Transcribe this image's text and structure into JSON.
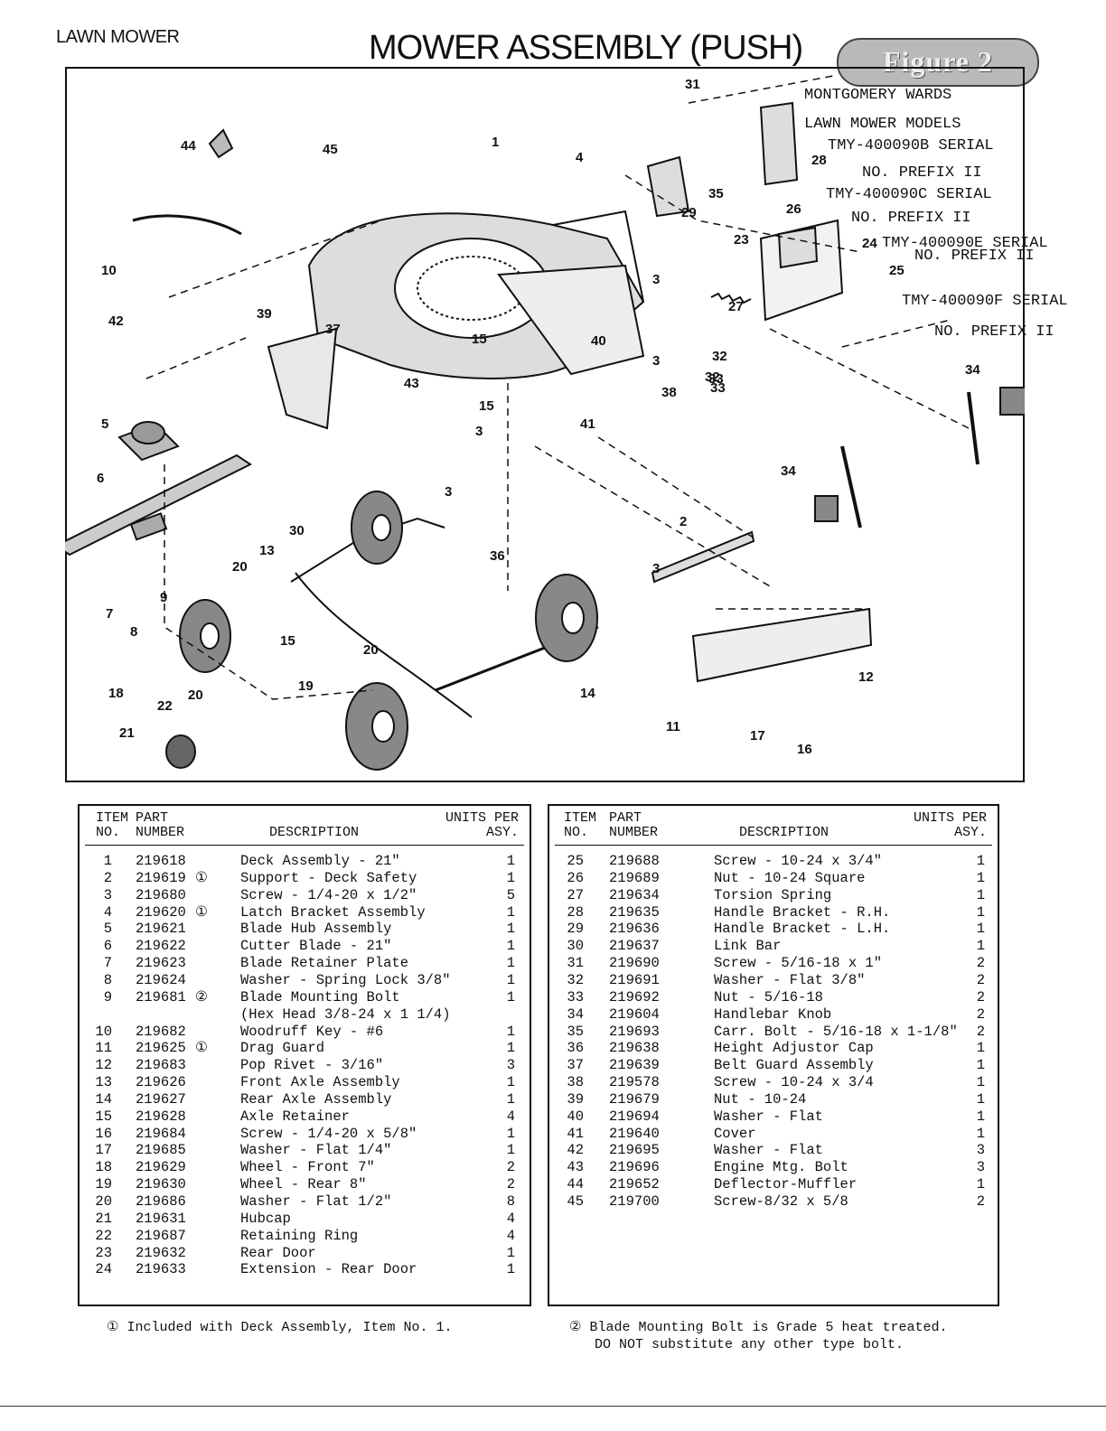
{
  "header": {
    "left": "LAWN MOWER",
    "title": "MOWER ASSEMBLY (PUSH)",
    "badge": "Figure 2"
  },
  "models_note": [
    "MONTGOMERY WARDS",
    "LAWN MOWER MODELS",
    "TMY-400090B SERIAL",
    "NO. PREFIX II",
    "TMY-400090C SERIAL",
    "NO. PREFIX II",
    "TMY-400090E SERIAL",
    "NO. PREFIX II",
    "TMY-400090F SERIAL",
    "NO. PREFIX II"
  ],
  "callouts": [
    "1",
    "2",
    "3",
    "3",
    "3",
    "3",
    "3",
    "4",
    "5",
    "6",
    "7",
    "8",
    "9",
    "10",
    "11",
    "12",
    "13",
    "14",
    "15",
    "15",
    "15",
    "16",
    "17",
    "18",
    "19",
    "20",
    "20",
    "20",
    "21",
    "22",
    "23",
    "24",
    "25",
    "26",
    "27",
    "28",
    "29",
    "30",
    "31",
    "32",
    "32",
    "33",
    "33",
    "34",
    "34",
    "35",
    "36",
    "37",
    "38",
    "39",
    "40",
    "41",
    "42",
    "43",
    "44",
    "45"
  ],
  "table_headers": {
    "item_line1": "ITEM",
    "item_line2": "NO.",
    "part_line1": "PART",
    "part_line2": "NUMBER",
    "description": "DESCRIPTION",
    "units_line1": "UNITS PER",
    "units_line2": "ASY."
  },
  "parts_left": [
    {
      "item": "1",
      "part": "219618",
      "mark": "",
      "desc": "Deck Assembly - 21\"",
      "units": "1"
    },
    {
      "item": "2",
      "part": "219619",
      "mark": "①",
      "desc": "Support - Deck Safety",
      "units": "1"
    },
    {
      "item": "3",
      "part": "219680",
      "mark": "",
      "desc": "Screw - 1/4-20 x 1/2\"",
      "units": "5"
    },
    {
      "item": "4",
      "part": "219620",
      "mark": "①",
      "desc": "Latch Bracket Assembly",
      "units": "1"
    },
    {
      "item": "5",
      "part": "219621",
      "mark": "",
      "desc": "Blade Hub Assembly",
      "units": "1"
    },
    {
      "item": "6",
      "part": "219622",
      "mark": "",
      "desc": "Cutter Blade - 21\"",
      "units": "1"
    },
    {
      "item": "7",
      "part": "219623",
      "mark": "",
      "desc": "Blade Retainer Plate",
      "units": "1"
    },
    {
      "item": "8",
      "part": "219624",
      "mark": "",
      "desc": "Washer - Spring Lock 3/8\"",
      "units": "1"
    },
    {
      "item": "9",
      "part": "219681",
      "mark": "②",
      "desc": "Blade Mounting Bolt",
      "units": "1"
    },
    {
      "item": "",
      "part": "",
      "mark": "",
      "desc": "(Hex Head 3/8-24 x 1 1/4)",
      "units": ""
    },
    {
      "item": "10",
      "part": "219682",
      "mark": "",
      "desc": "Woodruff Key - #6",
      "units": "1"
    },
    {
      "item": "11",
      "part": "219625",
      "mark": "①",
      "desc": "Drag Guard",
      "units": "1"
    },
    {
      "item": "12",
      "part": "219683",
      "mark": "",
      "desc": "Pop Rivet - 3/16\"",
      "units": "3"
    },
    {
      "item": "13",
      "part": "219626",
      "mark": "",
      "desc": "Front Axle Assembly",
      "units": "1"
    },
    {
      "item": "14",
      "part": "219627",
      "mark": "",
      "desc": "Rear Axle Assembly",
      "units": "1"
    },
    {
      "item": "15",
      "part": "219628",
      "mark": "",
      "desc": "Axle Retainer",
      "units": "4"
    },
    {
      "item": "16",
      "part": "219684",
      "mark": "",
      "desc": "Screw - 1/4-20 x 5/8\"",
      "units": "1"
    },
    {
      "item": "17",
      "part": "219685",
      "mark": "",
      "desc": "Washer - Flat 1/4\"",
      "units": "1"
    },
    {
      "item": "18",
      "part": "219629",
      "mark": "",
      "desc": "Wheel - Front 7\"",
      "units": "2"
    },
    {
      "item": "19",
      "part": "219630",
      "mark": "",
      "desc": "Wheel - Rear 8\"",
      "units": "2"
    },
    {
      "item": "20",
      "part": "219686",
      "mark": "",
      "desc": "Washer - Flat 1/2\"",
      "units": "8"
    },
    {
      "item": "21",
      "part": "219631",
      "mark": "",
      "desc": "Hubcap",
      "units": "4"
    },
    {
      "item": "22",
      "part": "219687",
      "mark": "",
      "desc": "Retaining Ring",
      "units": "4"
    },
    {
      "item": "23",
      "part": "219632",
      "mark": "",
      "desc": "Rear Door",
      "units": "1"
    },
    {
      "item": "24",
      "part": "219633",
      "mark": "",
      "desc": "Extension - Rear Door",
      "units": "1"
    }
  ],
  "parts_right": [
    {
      "item": "25",
      "part": "219688",
      "mark": "",
      "desc": "Screw - 10-24 x 3/4\"",
      "units": "1"
    },
    {
      "item": "26",
      "part": "219689",
      "mark": "",
      "desc": "Nut - 10-24 Square",
      "units": "1"
    },
    {
      "item": "27",
      "part": "219634",
      "mark": "",
      "desc": "Torsion Spring",
      "units": "1"
    },
    {
      "item": "28",
      "part": "219635",
      "mark": "",
      "desc": "Handle Bracket - R.H.",
      "units": "1"
    },
    {
      "item": "29",
      "part": "219636",
      "mark": "",
      "desc": "Handle Bracket - L.H.",
      "units": "1"
    },
    {
      "item": "30",
      "part": "219637",
      "mark": "",
      "desc": "Link Bar",
      "units": "1"
    },
    {
      "item": "31",
      "part": "219690",
      "mark": "",
      "desc": "Screw - 5/16-18 x 1\"",
      "units": "2"
    },
    {
      "item": "32",
      "part": "219691",
      "mark": "",
      "desc": "Washer - Flat 3/8\"",
      "units": "2"
    },
    {
      "item": "33",
      "part": "219692",
      "mark": "",
      "desc": "Nut - 5/16-18",
      "units": "2"
    },
    {
      "item": "34",
      "part": "219604",
      "mark": "",
      "desc": "Handlebar Knob",
      "units": "2"
    },
    {
      "item": "35",
      "part": "219693",
      "mark": "",
      "desc": "Carr. Bolt - 5/16-18 x 1-1/8\"",
      "units": "2"
    },
    {
      "item": "36",
      "part": "219638",
      "mark": "",
      "desc": "Height Adjustor Cap",
      "units": "1"
    },
    {
      "item": "37",
      "part": "219639",
      "mark": "",
      "desc": "Belt Guard Assembly",
      "units": "1"
    },
    {
      "item": "38",
      "part": "219578",
      "mark": "",
      "desc": "Screw - 10-24 x 3/4",
      "units": "1"
    },
    {
      "item": "39",
      "part": "219679",
      "mark": "",
      "desc": "Nut - 10-24",
      "units": "1"
    },
    {
      "item": "40",
      "part": "219694",
      "mark": "",
      "desc": "Washer - Flat",
      "units": "1"
    },
    {
      "item": "41",
      "part": "219640",
      "mark": "",
      "desc": "Cover",
      "units": "1"
    },
    {
      "item": "42",
      "part": "219695",
      "mark": "",
      "desc": "Washer - Flat",
      "units": "3"
    },
    {
      "item": "43",
      "part": "219696",
      "mark": "",
      "desc": "Engine Mtg. Bolt",
      "units": "3"
    },
    {
      "item": "44",
      "part": "219652",
      "mark": "",
      "desc": "Deflector-Muffler",
      "units": "1"
    },
    {
      "item": "45",
      "part": "219700",
      "mark": "",
      "desc": "Screw-8/32 x 5/8",
      "units": "2"
    }
  ],
  "footnotes": {
    "note1": "① Included with Deck Assembly, Item No. 1.",
    "note2_line1": "② Blade Mounting Bolt is Grade 5 heat treated.",
    "note2_line2": "DO NOT substitute any other type bolt."
  }
}
